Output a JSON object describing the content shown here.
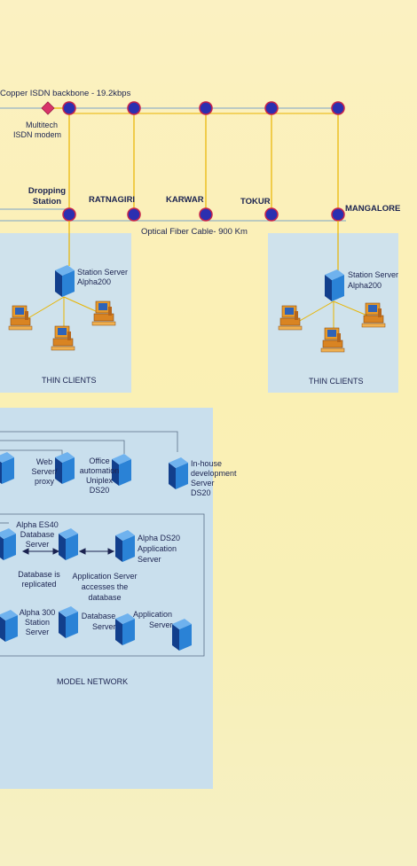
{
  "top": {
    "backbone_label": "Copper ISDN backbone - 19.2kbps",
    "modem_label_1": "Multitech",
    "modem_label_2": "ISDN modem",
    "stations": [
      "Dropping",
      "Station",
      "RATNAGIRI",
      "KARWAR",
      "TOKUR",
      "MANGALORE"
    ],
    "fiber_label": "Optical Fiber Cable- 900 Km"
  },
  "left_panel": {
    "server_line1": "Station Server",
    "server_line2": "Alpha200",
    "caption": "THIN CLIENTS"
  },
  "right_panel": {
    "server_line1": "Station Server",
    "server_line2": "Alpha200",
    "caption": "THIN CLIENTS"
  },
  "model": {
    "caption": "MODEL NETWORK",
    "web_proxy": [
      "Web",
      "Server/",
      "proxy"
    ],
    "office_auto": [
      "Office",
      "automation",
      "Uniplex",
      "DS20"
    ],
    "inhouse": [
      "In-house",
      "development",
      "Server",
      "DS20"
    ],
    "es40": [
      "Alpha ES40",
      "Database",
      "Server"
    ],
    "replicated": [
      "Database is",
      "replicated"
    ],
    "ds20_app": [
      "Alpha DS20",
      "Application",
      "Server"
    ],
    "app_access": [
      "Application Server",
      "accesses the",
      "database"
    ],
    "alpha300": [
      "Alpha 300",
      "Station",
      "Server"
    ],
    "db_server": [
      "Database",
      "Server"
    ],
    "app_server": [
      "Application",
      "Server"
    ]
  },
  "colors": {
    "node": "#2b2fb0",
    "node_ring": "#c8244a",
    "link": "#e8b400",
    "panel": "#cfe2ec",
    "server": "#1f6fc4"
  }
}
